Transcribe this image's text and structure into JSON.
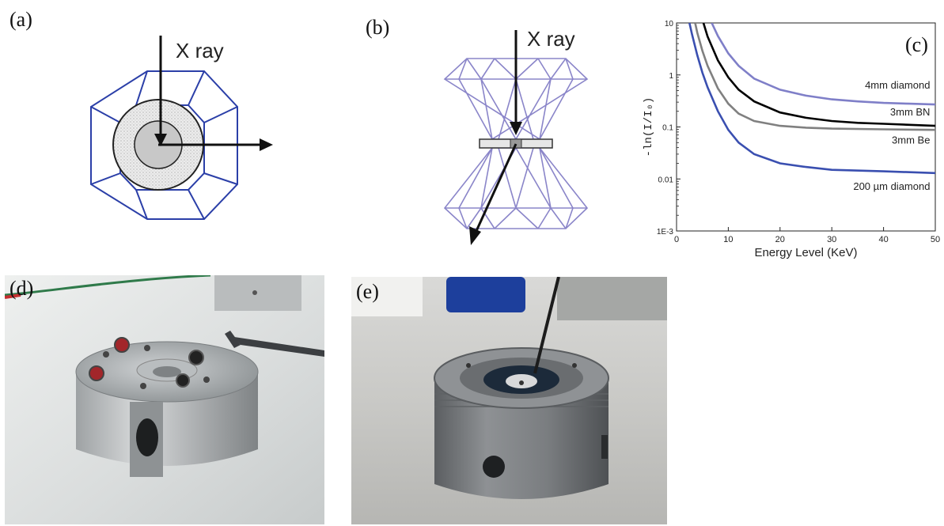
{
  "panels": {
    "a": {
      "label": "(a)",
      "xray_label": "X ray"
    },
    "b": {
      "label": "(b)",
      "xray_label": "X ray"
    },
    "c": {
      "label": "(c)"
    },
    "d": {
      "label": "(d)"
    },
    "e": {
      "label": "(e)"
    }
  },
  "colors": {
    "diamond_outline": "#2b3fa8",
    "diamond_b_outline": "#8a85c9",
    "sample_gray": "#c8c8c8",
    "gasket_stipple": "#e6e6e6"
  },
  "chart_data": {
    "type": "line",
    "xlabel": "Energy Level (KeV)",
    "ylabel": "-ln(I/I₀)",
    "xlim": [
      0,
      50
    ],
    "ylim": [
      0.001,
      10
    ],
    "yscale": "log",
    "x_ticks": [
      "0",
      "10",
      "20",
      "30",
      "40",
      "50"
    ],
    "y_ticks": [
      "10",
      "1",
      "0.1",
      "0.01",
      "1E-3"
    ],
    "grid": false,
    "series": [
      {
        "name": "4mm diamond",
        "color": "#7f7fc8",
        "x": [
          6.8,
          8,
          10,
          12,
          15,
          20,
          25,
          30,
          35,
          40,
          45,
          50
        ],
        "y": [
          10,
          5.6,
          2.6,
          1.5,
          0.85,
          0.52,
          0.4,
          0.34,
          0.31,
          0.29,
          0.28,
          0.27
        ]
      },
      {
        "name": "3mm BN",
        "color": "#000000",
        "x": [
          5.2,
          6,
          8,
          10,
          12,
          15,
          20,
          25,
          30,
          35,
          40,
          45,
          50
        ],
        "y": [
          10,
          5.5,
          1.9,
          0.9,
          0.52,
          0.31,
          0.19,
          0.15,
          0.13,
          0.12,
          0.115,
          0.11,
          0.105
        ]
      },
      {
        "name": "3mm Be",
        "color": "#808080",
        "x": [
          3.6,
          4,
          5,
          6,
          8,
          10,
          12,
          15,
          20,
          25,
          30,
          40,
          50
        ],
        "y": [
          10,
          6.5,
          2.9,
          1.5,
          0.55,
          0.28,
          0.18,
          0.13,
          0.105,
          0.097,
          0.093,
          0.09,
          0.088
        ]
      },
      {
        "name": "200 µm diamond",
        "color": "#3a4fb0",
        "x": [
          2.5,
          3,
          4,
          5,
          6,
          8,
          10,
          12,
          15,
          20,
          25,
          30,
          40,
          50
        ],
        "y": [
          10,
          6.0,
          2.4,
          1.1,
          0.58,
          0.2,
          0.088,
          0.05,
          0.03,
          0.02,
          0.017,
          0.015,
          0.014,
          0.013
        ]
      }
    ]
  }
}
